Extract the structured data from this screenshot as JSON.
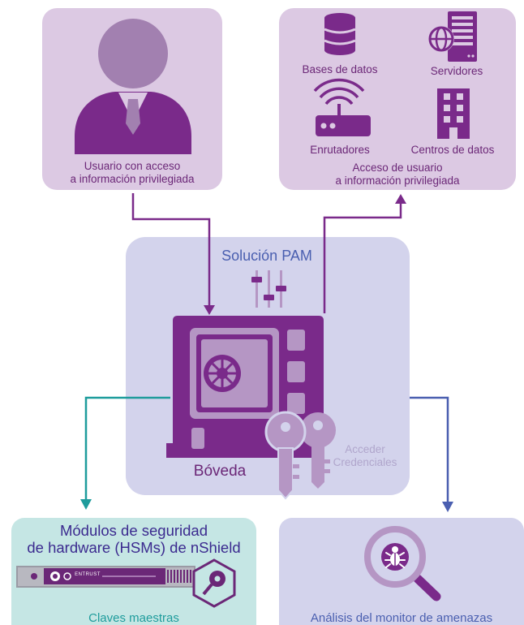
{
  "user_box": {
    "caption_line1": "Usuario con acceso",
    "caption_line2": "a información privilegiada"
  },
  "access_box": {
    "items": [
      {
        "label": "Bases de datos",
        "icon": "database-icon"
      },
      {
        "label": "Servidores",
        "icon": "server-icon"
      },
      {
        "label": "Enrutadores",
        "icon": "router-icon"
      },
      {
        "label": "Centros de datos",
        "icon": "data-center-icon"
      }
    ],
    "caption_line1": "Acceso de usuario",
    "caption_line2": "a información privilegiada"
  },
  "pam_box": {
    "title": "Solución PAM",
    "vault_label": "Bóveda",
    "keys_label_line1": "Acceder",
    "keys_label_line2": "Credenciales"
  },
  "hsm_box": {
    "title_line1": "Módulos de seguridad",
    "title_line2": "de hardware (HSMs) de nShield",
    "device_brand": "ENTRUST",
    "caption": "Claves maestras"
  },
  "threat_box": {
    "caption": "Análisis del monitor de amenazas"
  },
  "colors": {
    "purple_dark": "#7a2a8a",
    "purple_light_bg": "#dcc9e3",
    "lavender_bg": "#d3d3ec",
    "teal_bg": "#c5e6e4",
    "teal_arrow": "#1e9c9c",
    "blue_arrow": "#4a5fb0",
    "blue_text": "#4a5fb0"
  }
}
